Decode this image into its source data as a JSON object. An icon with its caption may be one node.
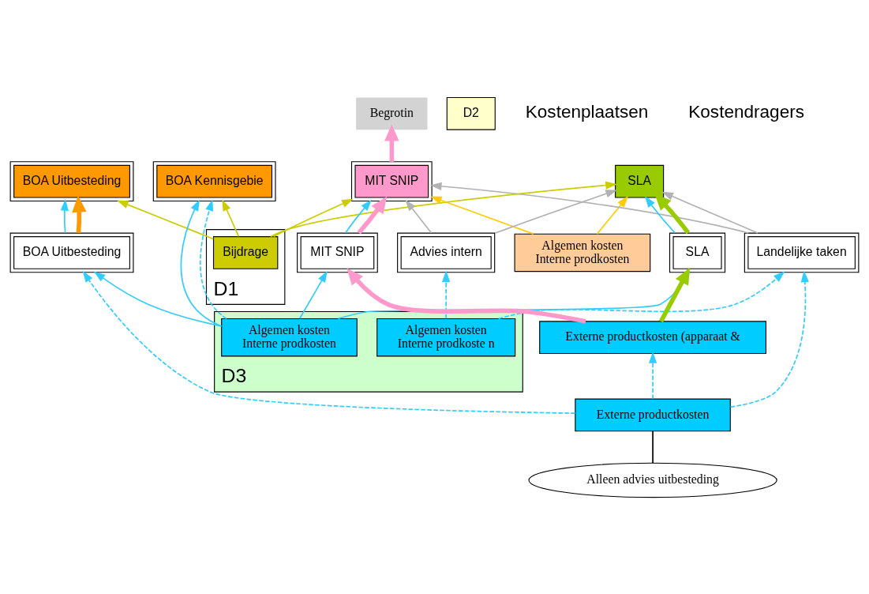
{
  "diagram": {
    "nodes": [
      {
        "text": [
          "D1"
        ]
      },
      {
        "text": [
          "Bijdrage"
        ],
        "in": 0
      },
      {
        "text": [
          "BOA Kennisgebie"
        ]
      },
      {
        "text": [
          "BOA Uitbesteding"
        ]
      },
      {
        "text": [
          "SLA"
        ]
      },
      {
        "text": [
          "MIT SNIP"
        ]
      },
      {
        "text": [
          "Begrotin"
        ]
      },
      {
        "text": [
          "D2"
        ]
      },
      {
        "text": [
          "Algemen kosten",
          "Interne prodkosten"
        ]
      },
      {
        "text": [
          "Advies intern"
        ]
      },
      {
        "text": [
          "Landelijke taken"
        ]
      },
      {
        "text": [
          "BOA Uitbesteding"
        ]
      },
      {
        "text": [
          "SLA"
        ]
      },
      {
        "text": [
          "MIT SNIP"
        ]
      },
      {
        "text": [
          "D3"
        ]
      },
      {
        "text": [
          "Algemen kosten",
          "Interne prodkoste n"
        ],
        "in": 14
      },
      {
        "text": [
          "Algemen kosten",
          "Interne prodkosten"
        ],
        "in": 14
      },
      {
        "text": [
          "Externe productkosten"
        ]
      },
      {
        "text": [
          "Externe productkosten (apparaat &"
        ]
      },
      {
        "text": [
          "Alleen advies uitbesteding"
        ]
      }
    ],
    "edges": [
      {
        "from": 1,
        "to": 2,
        "arrow": "to",
        "color": "#cccc00"
      },
      {
        "from": 1,
        "to": 3,
        "arrow": "to",
        "color": "#cccc00"
      },
      {
        "from": 1,
        "to": 4,
        "arrow": "to",
        "color": "#cccc00"
      },
      {
        "from": 1,
        "to": 5,
        "arrow": "to",
        "color": "#cccc00"
      },
      {
        "from": 5,
        "to": 6,
        "arrow": "to",
        "style": "thick",
        "color": "#ff99cc"
      },
      {
        "from": 8,
        "to": 4,
        "arrow": "to",
        "color": "#ffcc00"
      },
      {
        "from": 8,
        "to": 5,
        "arrow": "to",
        "color": "#ffcc00"
      },
      {
        "from": 9,
        "to": 4,
        "arrow": "to",
        "color": "#b2b2b2"
      },
      {
        "from": 9,
        "to": 5,
        "arrow": "to",
        "color": "#b2b2b2"
      },
      {
        "from": 10,
        "to": 4,
        "arrow": "to",
        "color": "#b2b2b2"
      },
      {
        "from": 10,
        "to": 5,
        "arrow": "to",
        "color": "#b2b2b2"
      },
      {
        "from": 11,
        "to": 3,
        "arrow": "to"
      },
      {
        "from": 11,
        "to": 3,
        "arrow": "to",
        "style": "thick",
        "color": "#ff9900"
      },
      {
        "from": 12,
        "to": 4,
        "arrow": "to"
      },
      {
        "from": 12,
        "to": 4,
        "arrow": "to",
        "style": "thick",
        "color": "#99cc00"
      },
      {
        "from": 13,
        "to": 5,
        "arrow": "to"
      },
      {
        "from": 13,
        "to": 5,
        "arrow": "to",
        "style": "thick",
        "color": "#ff99cc"
      },
      {
        "from": 16,
        "to": 2,
        "arrow": "to"
      },
      {
        "from": 16,
        "to": 11,
        "arrow": "to"
      },
      {
        "from": 16,
        "to": 12,
        "arrow": "to"
      },
      {
        "from": 16,
        "to": 13,
        "arrow": "to"
      },
      {
        "from": 16,
        "to": 2,
        "arrow": "to",
        "style": "dashed"
      },
      {
        "from": 15,
        "to": 9,
        "arrow": "to",
        "style": "dashed"
      },
      {
        "from": 15,
        "to": 10,
        "arrow": "to",
        "style": "dashed"
      },
      {
        "from": 17,
        "to": 10,
        "arrow": "to",
        "style": "dashed"
      },
      {
        "from": 17,
        "to": 11,
        "arrow": "to",
        "style": "dashed"
      },
      {
        "from": 17,
        "to": 18,
        "arrow": "to",
        "style": "dashed"
      },
      {
        "from": 18,
        "to": 12,
        "arrow": "to",
        "style": "thick",
        "color": "#99cc00"
      },
      {
        "from": 18,
        "to": 13,
        "arrow": "to",
        "style": "thick",
        "color": "#ff99cc"
      },
      {
        "from": 19,
        "to": 17,
        "arrow": "none",
        "color": "#000000"
      }
    ],
    "labels": [
      "Kostenplaatsen",
      "Kostendragers"
    ]
  }
}
